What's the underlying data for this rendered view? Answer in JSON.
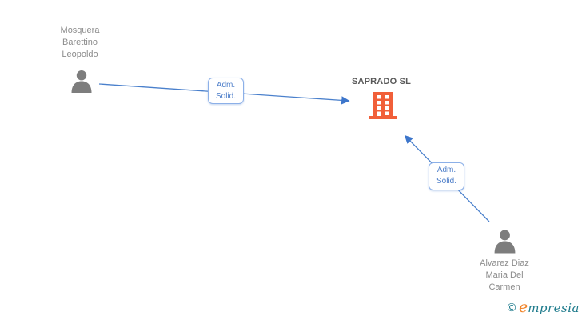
{
  "diagram": {
    "company": {
      "name": "SAPRADO SL",
      "icon": "building-icon"
    },
    "persons": [
      {
        "full_name": "Mosquera Barettino Leopoldo",
        "name_lines": [
          "Mosquera",
          "Barettino",
          "Leopoldo"
        ],
        "icon": "person-icon"
      },
      {
        "full_name": "Alvarez Diaz Maria Del Carmen",
        "name_lines": [
          "Alvarez Diaz",
          "Maria Del",
          "Carmen"
        ],
        "icon": "person-icon"
      }
    ],
    "edges": [
      {
        "from": "Mosquera Barettino Leopoldo",
        "to": "SAPRADO SL",
        "label_lines": [
          "Adm.",
          "Solid."
        ]
      },
      {
        "from": "Alvarez Diaz Maria Del Carmen",
        "to": "SAPRADO SL",
        "label_lines": [
          "Adm.",
          "Solid."
        ]
      }
    ],
    "colors": {
      "edge_line": "#4a80cc",
      "arrowhead": "#3d76cb",
      "edge_label_text": "#4d7ec9",
      "edge_label_border": "#8cb0e8",
      "company_icon_orange": "#f15f39",
      "person_icon_gray": "#7d7d7d",
      "person_name_text": "#8c8c8c",
      "company_name_text": "#595959",
      "watermark_teal": "#1e7b8c",
      "watermark_orange": "#f08226"
    },
    "watermark": {
      "copyright": "©",
      "brand_initial": "e",
      "brand_rest": "mpresia"
    }
  }
}
